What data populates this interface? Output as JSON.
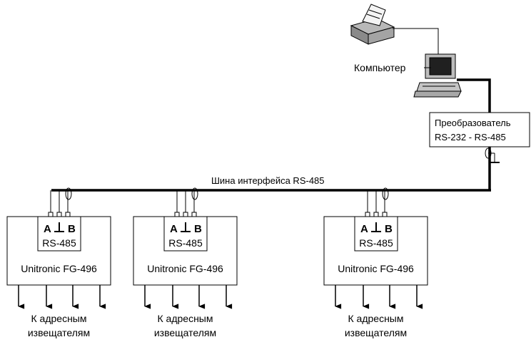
{
  "printer": {
    "icon": "printer-icon"
  },
  "computer": {
    "label": "Компьютер",
    "icon": "computer-icon"
  },
  "converter": {
    "line1": "Преобразователь",
    "line2": "RS-232 - RS-485"
  },
  "bus": {
    "label": "Шина интерфейса RS-485"
  },
  "devices": [
    {
      "term_a": "A",
      "term_b": "B",
      "iface": "RS-485",
      "model": "Unitronic FG-496",
      "out_line1": "К адресным",
      "out_line2": "извещателям"
    },
    {
      "term_a": "A",
      "term_b": "B",
      "iface": "RS-485",
      "model": "Unitronic FG-496",
      "out_line1": "К адресным",
      "out_line2": "извещателям"
    },
    {
      "term_a": "A",
      "term_b": "B",
      "iface": "RS-485",
      "model": "Unitronic FG-496",
      "out_line1": "К адресным",
      "out_line2": "извещателям"
    }
  ],
  "colors": {
    "line": "#000000",
    "device_fill": "#c8c8c8",
    "screen": "#202020",
    "background": "#ffffff"
  }
}
